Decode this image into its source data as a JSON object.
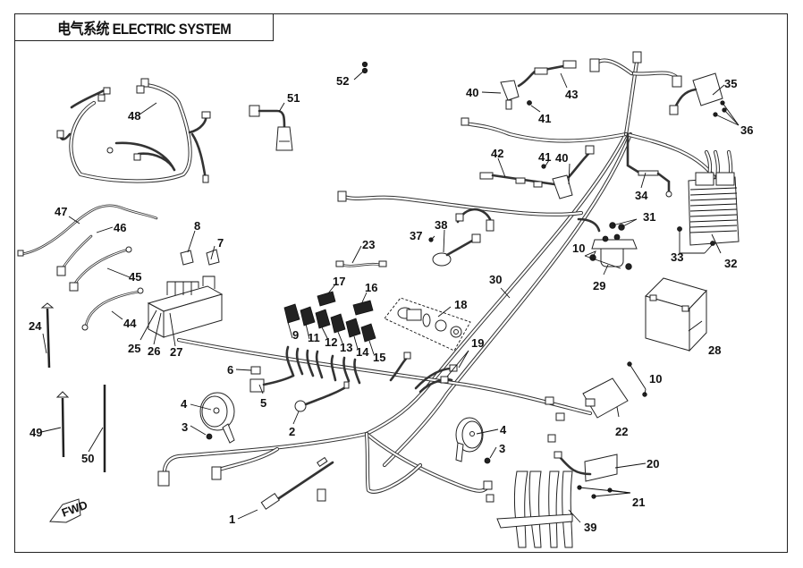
{
  "title": "电气系统 ELECTRIC SYSTEM",
  "callouts": [
    {
      "id": "1",
      "label": "1"
    },
    {
      "id": "2",
      "label": "2"
    },
    {
      "id": "3a",
      "label": "3"
    },
    {
      "id": "3b",
      "label": "3"
    },
    {
      "id": "4a",
      "label": "4"
    },
    {
      "id": "4b",
      "label": "4"
    },
    {
      "id": "5",
      "label": "5"
    },
    {
      "id": "6",
      "label": "6"
    },
    {
      "id": "7",
      "label": "7"
    },
    {
      "id": "8",
      "label": "8"
    },
    {
      "id": "9",
      "label": "9"
    },
    {
      "id": "10a",
      "label": "10"
    },
    {
      "id": "10b",
      "label": "10"
    },
    {
      "id": "11",
      "label": "11"
    },
    {
      "id": "12",
      "label": "12"
    },
    {
      "id": "13",
      "label": "13"
    },
    {
      "id": "14",
      "label": "14"
    },
    {
      "id": "15",
      "label": "15"
    },
    {
      "id": "16",
      "label": "16"
    },
    {
      "id": "17",
      "label": "17"
    },
    {
      "id": "18",
      "label": "18"
    },
    {
      "id": "19",
      "label": "19"
    },
    {
      "id": "20",
      "label": "20"
    },
    {
      "id": "21",
      "label": "21"
    },
    {
      "id": "22",
      "label": "22"
    },
    {
      "id": "23",
      "label": "23"
    },
    {
      "id": "24",
      "label": "24"
    },
    {
      "id": "25",
      "label": "25"
    },
    {
      "id": "26",
      "label": "26"
    },
    {
      "id": "27",
      "label": "27"
    },
    {
      "id": "28",
      "label": "28"
    },
    {
      "id": "29",
      "label": "29"
    },
    {
      "id": "30",
      "label": "30"
    },
    {
      "id": "31",
      "label": "31"
    },
    {
      "id": "32",
      "label": "32"
    },
    {
      "id": "33",
      "label": "33"
    },
    {
      "id": "34",
      "label": "34"
    },
    {
      "id": "35",
      "label": "35"
    },
    {
      "id": "36",
      "label": "36"
    },
    {
      "id": "37",
      "label": "37"
    },
    {
      "id": "38",
      "label": "38"
    },
    {
      "id": "39",
      "label": "39"
    },
    {
      "id": "40a",
      "label": "40"
    },
    {
      "id": "40b",
      "label": "40"
    },
    {
      "id": "41a",
      "label": "41"
    },
    {
      "id": "41b",
      "label": "41"
    },
    {
      "id": "42",
      "label": "42"
    },
    {
      "id": "43",
      "label": "43"
    },
    {
      "id": "44",
      "label": "44"
    },
    {
      "id": "45",
      "label": "45"
    },
    {
      "id": "46",
      "label": "46"
    },
    {
      "id": "47",
      "label": "47"
    },
    {
      "id": "48",
      "label": "48"
    },
    {
      "id": "49",
      "label": "49"
    },
    {
      "id": "50",
      "label": "50"
    },
    {
      "id": "51",
      "label": "51"
    },
    {
      "id": "52",
      "label": "52"
    }
  ],
  "fwd_marker": "FWD"
}
